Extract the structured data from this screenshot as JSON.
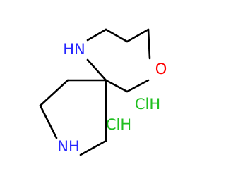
{
  "molecule": {
    "atoms": {
      "nh_top": "HN",
      "o": "O",
      "nh_bottom": "NH"
    },
    "salts": [
      "ClH",
      "ClH"
    ],
    "colors": {
      "bond": "#000000",
      "nitrogen": "#2626ff",
      "oxygen": "#ff0000",
      "chlorine": "#1fbf1f"
    }
  }
}
